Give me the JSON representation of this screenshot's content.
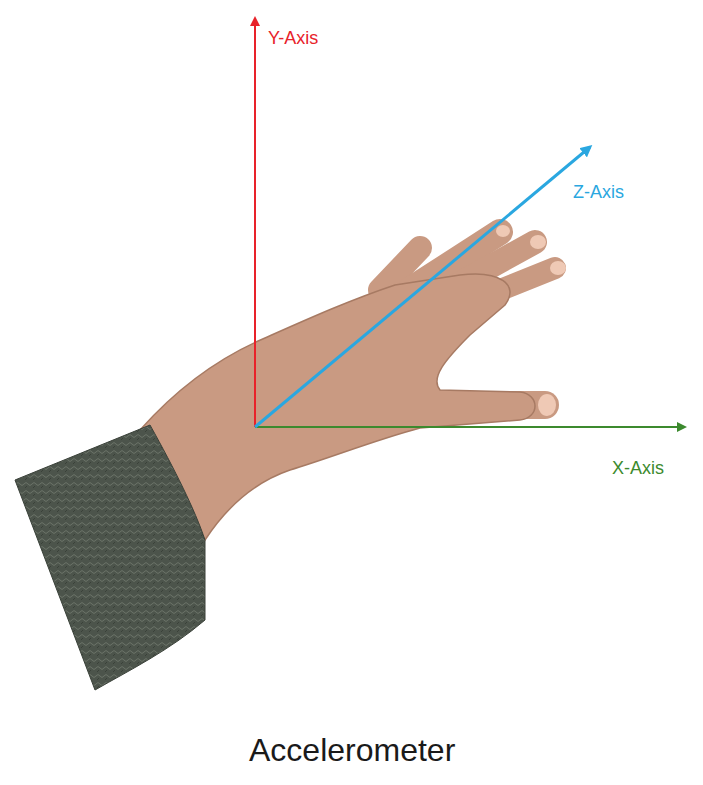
{
  "diagram": {
    "caption": "Accelerometer",
    "labels": [
      "Y-Axis",
      "Z-Axis",
      "X-Axis"
    ]
  }
}
